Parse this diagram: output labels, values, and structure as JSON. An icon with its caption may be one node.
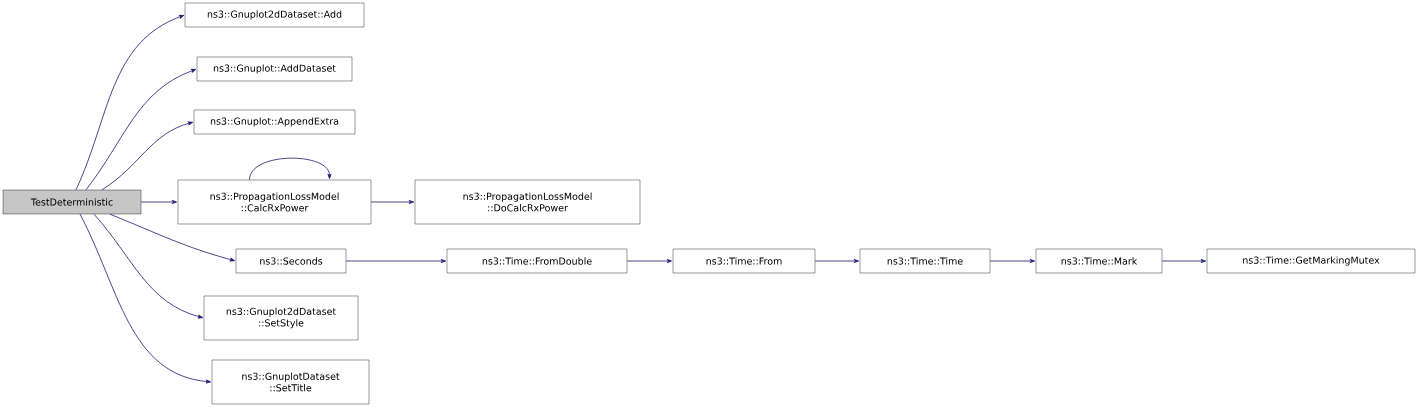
{
  "diagram": {
    "nodes": [
      {
        "text": [
          "TestDeterministic"
        ]
      },
      {
        "text": [
          "ns3::Gnuplot2dDataset::Add"
        ]
      },
      {
        "text": [
          "ns3::Gnuplot::AddDataset"
        ]
      },
      {
        "text": [
          "ns3::Gnuplot::AppendExtra"
        ]
      },
      {
        "text": [
          "ns3::PropagationLossModel ::CalcRxPower"
        ]
      },
      {
        "text": [
          "ns3::PropagationLossModel ::DoCalcRxPower"
        ]
      },
      {
        "text": [
          "ns3::Seconds"
        ]
      },
      {
        "text": [
          "ns3::Time::FromDouble"
        ]
      },
      {
        "text": [
          "ns3::Time::From"
        ]
      },
      {
        "text": [
          "ns3::Time::Time"
        ]
      },
      {
        "text": [
          "ns3::Time::Mark"
        ]
      },
      {
        "text": [
          "ns3::Time::GetMarkingMutex"
        ]
      },
      {
        "text": [
          "ns3::Gnuplot2dDataset ::SetStyle"
        ]
      },
      {
        "text": [
          "ns3::GnuplotDataset ::SetTitle"
        ]
      }
    ],
    "edges": [
      {
        "from": 0,
        "to": 1,
        "arrow": "to"
      },
      {
        "from": 0,
        "to": 2,
        "arrow": "to"
      },
      {
        "from": 0,
        "to": 3,
        "arrow": "to"
      },
      {
        "from": 0,
        "to": 4,
        "arrow": "to"
      },
      {
        "from": 0,
        "to": 6,
        "arrow": "to"
      },
      {
        "from": 0,
        "to": 12,
        "arrow": "to"
      },
      {
        "from": 0,
        "to": 13,
        "arrow": "to"
      },
      {
        "from": 4,
        "to": 4,
        "arrow": "to"
      },
      {
        "from": 4,
        "to": 5,
        "arrow": "to"
      },
      {
        "from": 6,
        "to": 7,
        "arrow": "to"
      },
      {
        "from": 7,
        "to": 8,
        "arrow": "to"
      },
      {
        "from": 8,
        "to": 9,
        "arrow": "to"
      },
      {
        "from": 9,
        "to": 10,
        "arrow": "to"
      },
      {
        "from": 10,
        "to": 11,
        "arrow": "to"
      }
    ]
  }
}
